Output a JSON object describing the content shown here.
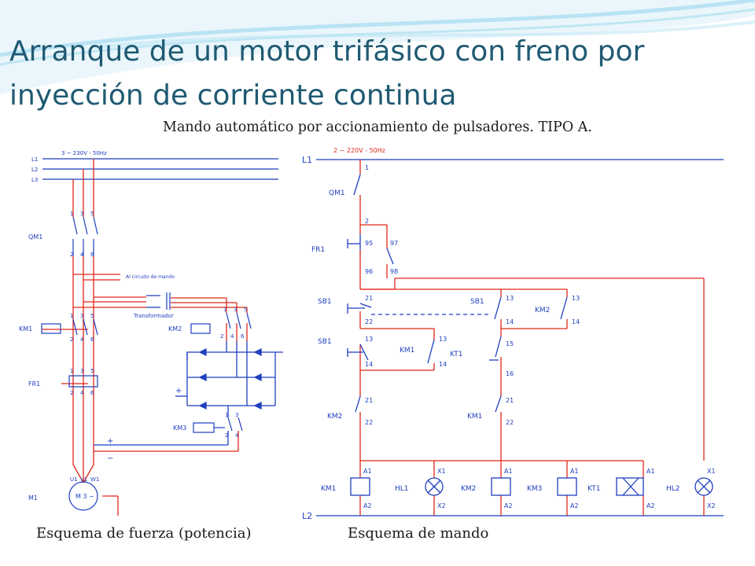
{
  "slide": {
    "title": "Arranque de un motor trifásico con freno por inyección de corriente continua",
    "subtitle": "Mando automático por  accionamiento de pulsadores. TIPO A.",
    "caption_left": "Esquema de fuerza (potencia)",
    "caption_right": "Esquema de mando"
  },
  "colors": {
    "title": "#1f5a72",
    "wire": "#e0271b",
    "component": "#1f3fbf",
    "wave": "#8fd3ec"
  },
  "power": {
    "supply": "3 ~ 230V - 50Hz",
    "lines": [
      "L1",
      "L2",
      "L3"
    ],
    "qm1": "QM1",
    "to_control": "Al circuito de mando",
    "transformer": "Transformador",
    "km1": "KM1",
    "km2": "KM2",
    "km3": "KM3",
    "fr1": "FR1",
    "motor_label": "M1",
    "motor_text": "M\n3 ~",
    "terms_top": [
      "1",
      "3",
      "5"
    ],
    "terms_bottom": [
      "2",
      "4",
      "6"
    ],
    "motor_terms": [
      "U1",
      "V1",
      "W1"
    ],
    "plus": "+",
    "minus": "−"
  },
  "control": {
    "supply": "2 ~ 220V - 50Hz",
    "l1": "L1",
    "l2": "L2",
    "qm1": "QM1",
    "fr1": "FR1",
    "sb1_stop": "SB1",
    "sb1_start": "SB1",
    "sb1_brake": "SB1",
    "km1": "KM1",
    "km2": "KM2",
    "km3": "KM3",
    "kt1": "KT1",
    "hl1": "HL1",
    "hl2": "HL2",
    "terminals": {
      "qm1_top": "1",
      "qm1_bottom": "2",
      "fr1_95": "95",
      "fr1_96": "96",
      "fr1_97": "97",
      "fr1_98": "98",
      "t21": "21",
      "t22": "22",
      "t13": "13",
      "t14": "14",
      "t15": "15",
      "t16": "16",
      "a1": "A1",
      "a2": "A2",
      "x1": "X1",
      "x2": "X2"
    }
  }
}
